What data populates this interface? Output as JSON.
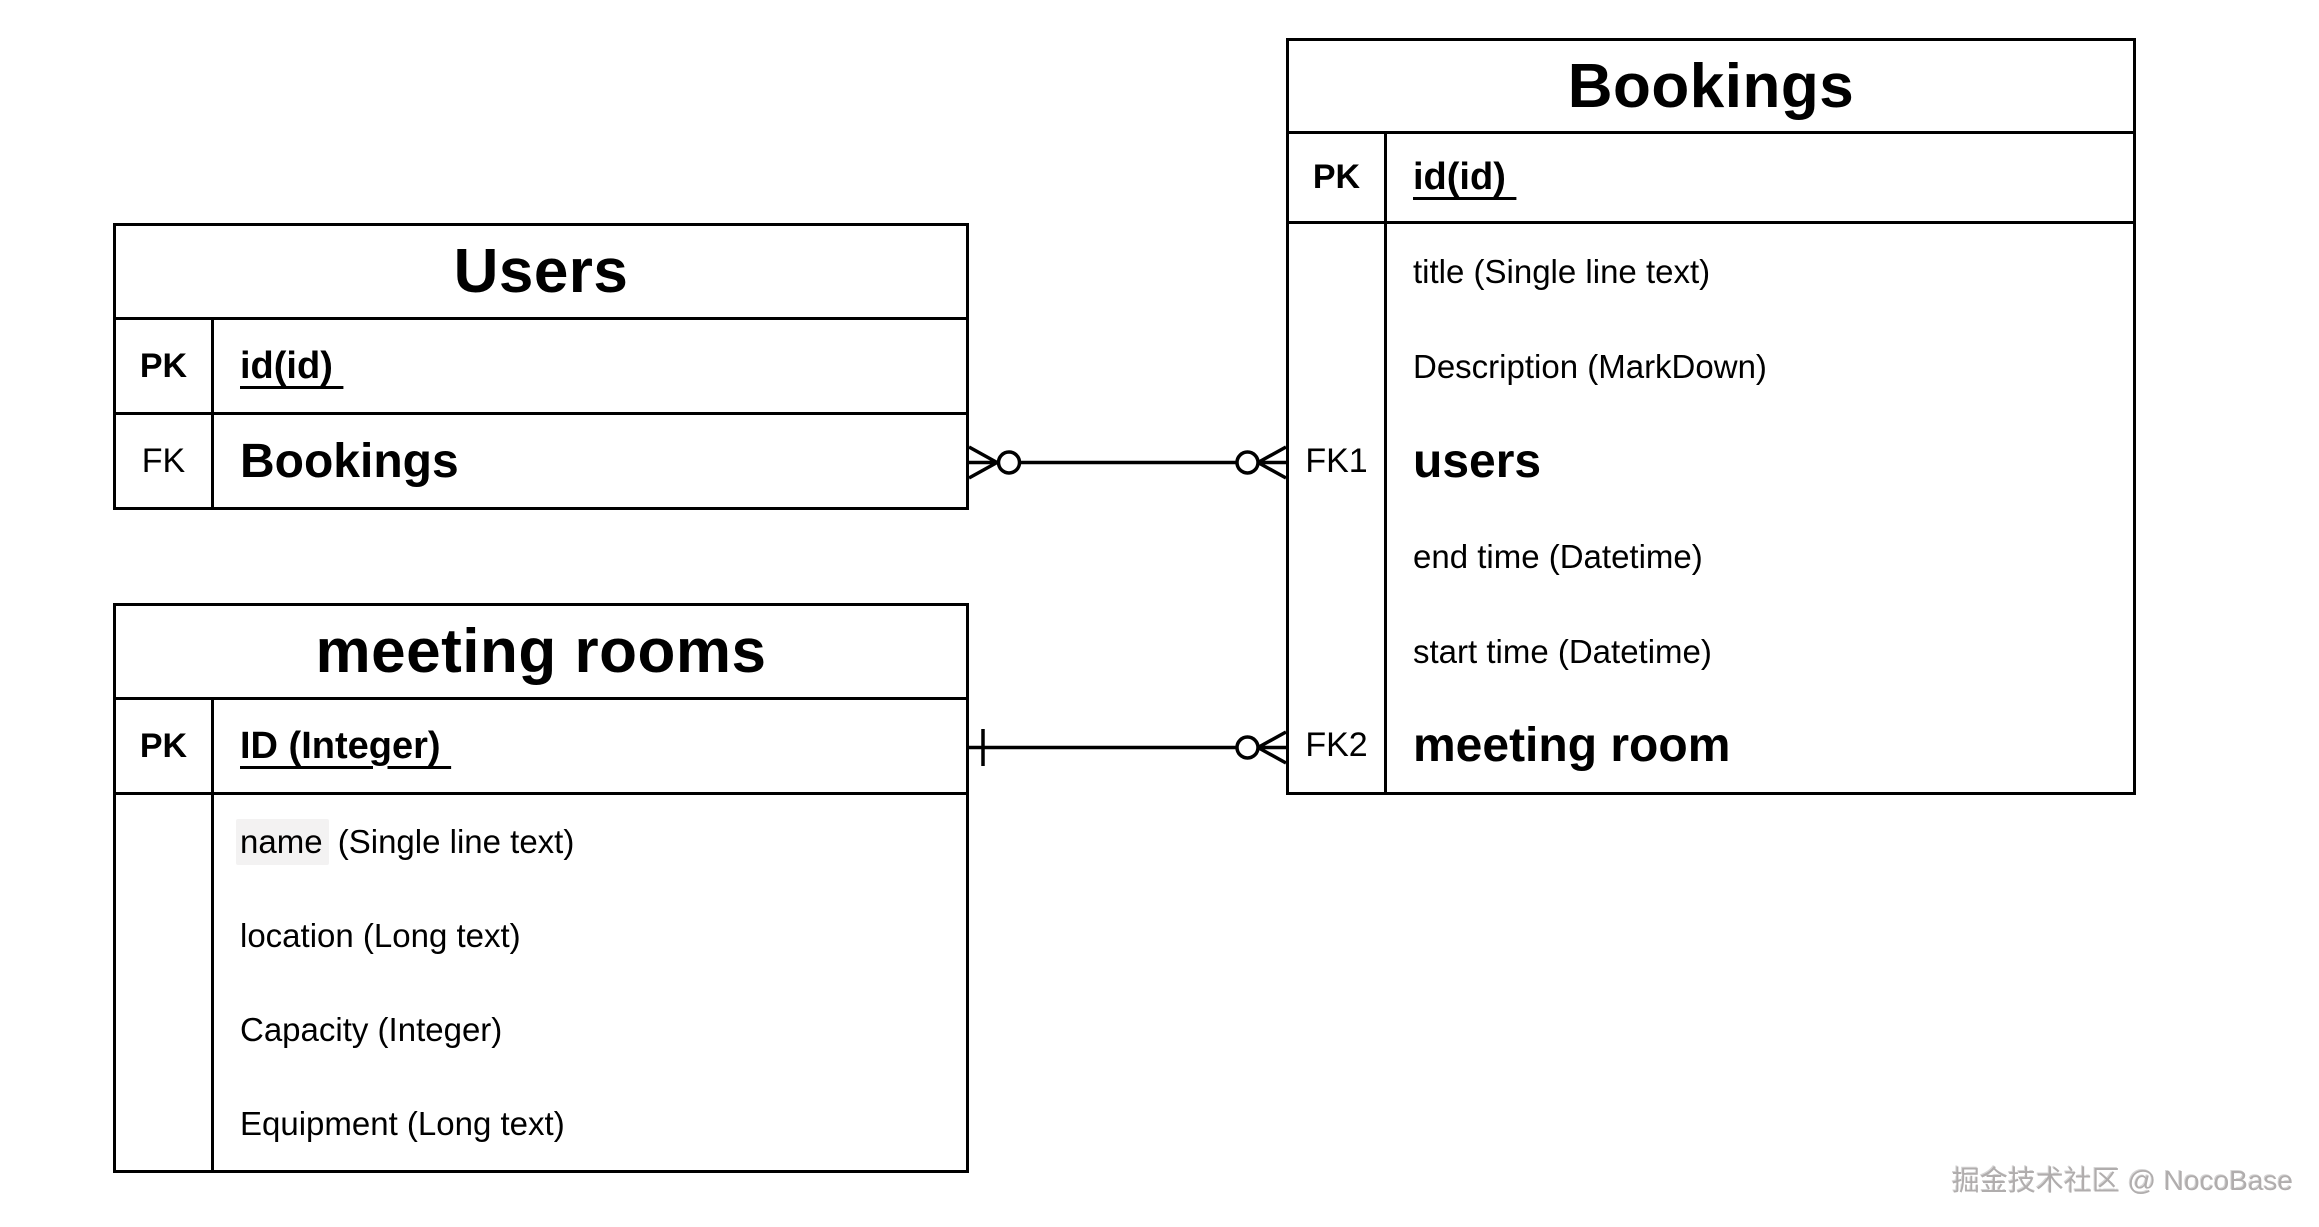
{
  "page": {
    "background": "#ffffff",
    "line_color": "#000000"
  },
  "entities": {
    "users": {
      "title": "Users",
      "pk": {
        "key": "PK",
        "label": "id(id) "
      },
      "fk": {
        "key": "FK",
        "label": "Bookings"
      }
    },
    "bookings": {
      "title": "Bookings",
      "pk": {
        "key": "PK",
        "label": "id(id) "
      },
      "attributes": [
        {
          "key": "",
          "label": "title (Single line text)"
        },
        {
          "key": "",
          "label": "Description (MarkDown)"
        },
        {
          "key": "FK1",
          "label": "users"
        },
        {
          "key": "",
          "label": "end time (Datetime)"
        },
        {
          "key": "",
          "label": "start time (Datetime)"
        },
        {
          "key": "FK2",
          "label": "meeting room"
        }
      ]
    },
    "meeting_rooms": {
      "title": "meeting rooms",
      "pk": {
        "key": "PK",
        "label": "ID (Integer) "
      },
      "attributes": [
        {
          "key": "",
          "label_highlight": "name",
          "label_rest": " (Single line text)"
        },
        {
          "key": "",
          "label": "location (Long text)"
        },
        {
          "key": "",
          "label": "Capacity (Integer)"
        },
        {
          "key": "",
          "label": "Equipment (Long text)"
        }
      ]
    }
  },
  "relationships": [
    {
      "from_entity": "Users",
      "from_attribute": "Bookings",
      "from_cardinality": "zero-or-many",
      "to_entity": "Bookings",
      "to_attribute": "FK1",
      "to_cardinality": "zero-or-many"
    },
    {
      "from_entity": "meeting rooms",
      "from_attribute": "ID (Integer)",
      "from_cardinality": "one",
      "to_entity": "Bookings",
      "to_attribute": "FK2",
      "to_cardinality": "zero-or-many"
    }
  ],
  "watermark": {
    "text": "掘金技术社区 @ NocoBase",
    "color": "#b0adad"
  }
}
